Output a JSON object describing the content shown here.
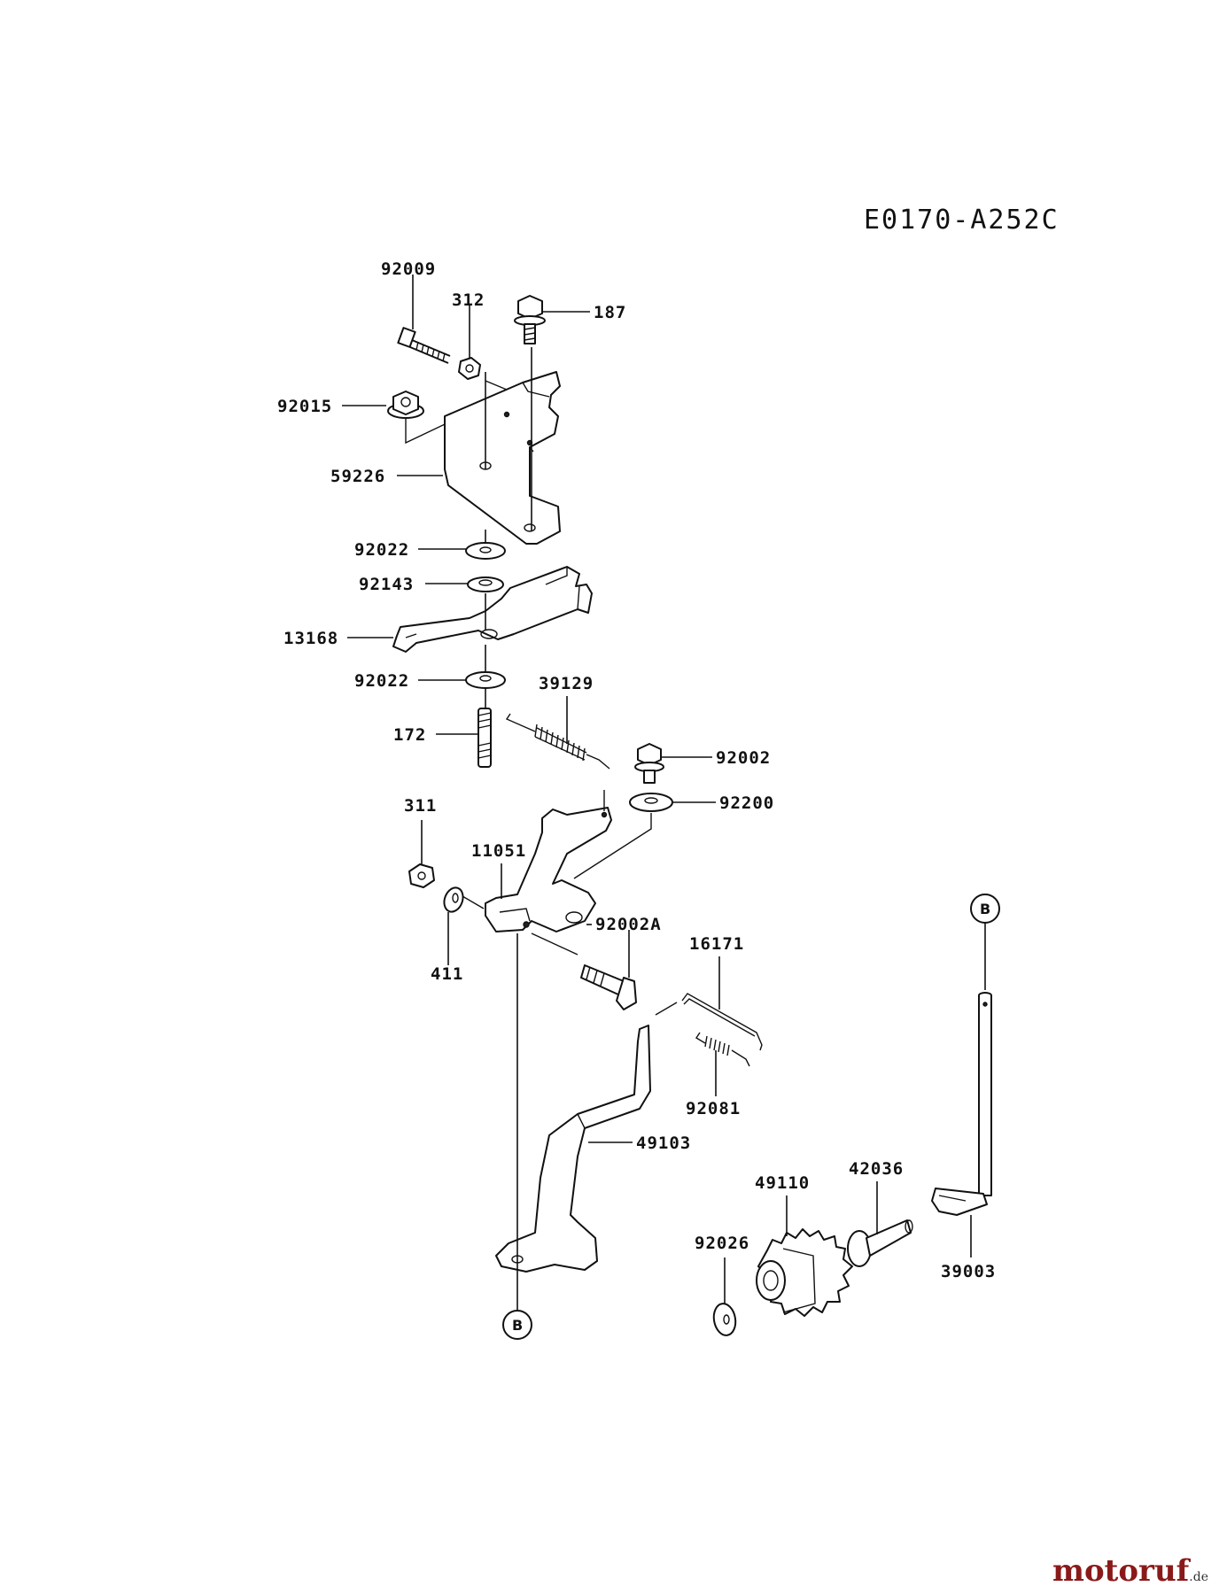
{
  "diagram_code": "E0170-A252C",
  "parts": {
    "p92009": "92009",
    "p312": "312",
    "p187": "187",
    "p92015": "92015",
    "p59226": "59226",
    "p92022a": "92022",
    "p92143": "92143",
    "p13168": "13168",
    "p92022b": "92022",
    "p39129": "39129",
    "p172": "172",
    "p92002": "92002",
    "p92200": "92200",
    "p311": "311",
    "p11051": "11051",
    "p92002A": "92002A",
    "p411": "411",
    "p16171": "16171",
    "p92081": "92081",
    "p49103": "49103",
    "p49110": "49110",
    "p42036": "42036",
    "p92026": "92026",
    "p39003": "39003"
  },
  "refs": {
    "b_top": "B",
    "b_bottom": "B"
  },
  "watermark": {
    "name": "motoruf",
    "tld": ".de"
  }
}
